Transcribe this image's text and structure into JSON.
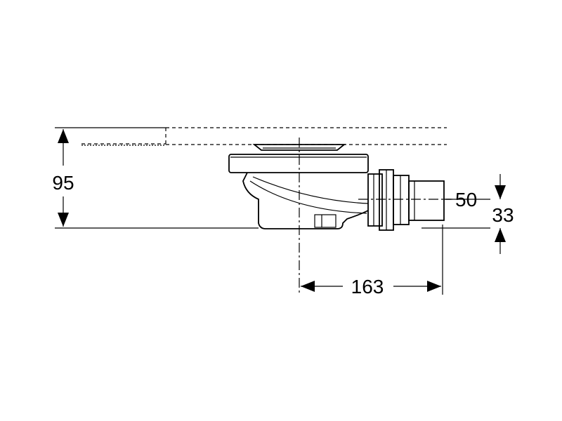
{
  "diagram": {
    "dimensions": {
      "height_total": "95",
      "outlet_diameter": "50",
      "outlet_height": "33",
      "outlet_length": "163"
    }
  }
}
